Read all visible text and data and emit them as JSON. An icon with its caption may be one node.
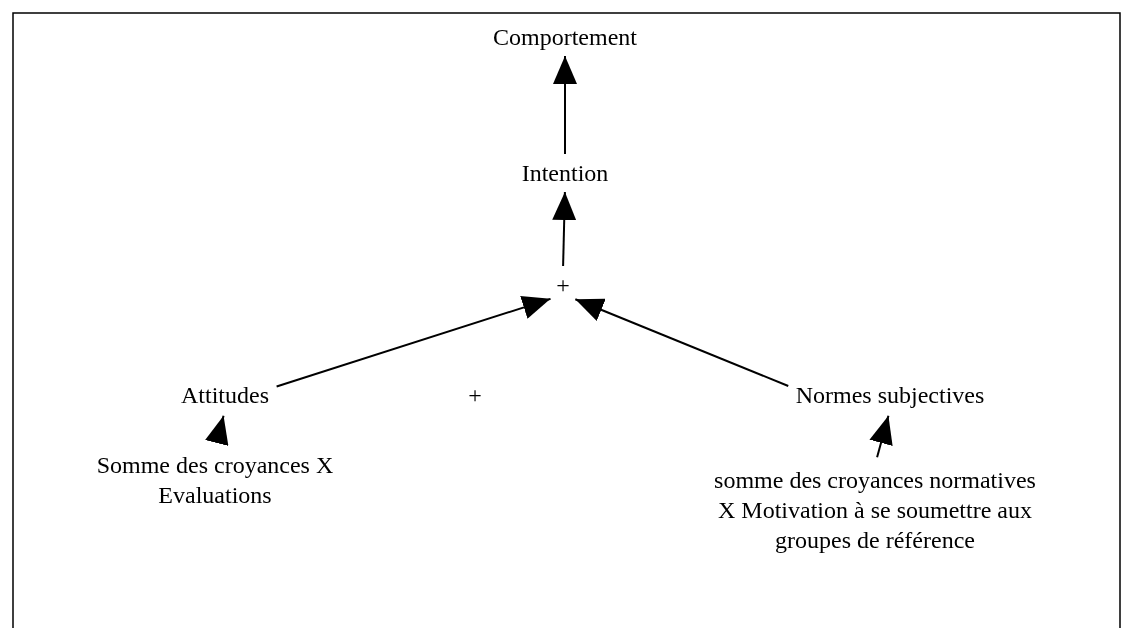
{
  "diagram": {
    "nodes": [
      {
        "text": [
          "Comportement"
        ]
      },
      {
        "text": [
          "Intention"
        ]
      },
      {
        "text": [
          "+"
        ]
      },
      {
        "text": [
          "Attitudes"
        ]
      },
      {
        "text": [
          "Normes subjectives"
        ]
      },
      {
        "text": [
          "Somme des croyances X Evaluations"
        ]
      },
      {
        "text": [
          "somme des croyances normatives X Motivation à se soumettre aux groupes de référence"
        ]
      }
    ],
    "edges": [
      {
        "from": 1,
        "to": 0,
        "arrow": "to"
      },
      {
        "from": 2,
        "to": 1,
        "arrow": "to"
      },
      {
        "from": 3,
        "to": 2,
        "arrow": "to"
      },
      {
        "from": 4,
        "to": 2,
        "arrow": "to"
      },
      {
        "from": 5,
        "to": 3,
        "arrow": "to"
      },
      {
        "from": 6,
        "to": 4,
        "arrow": "to"
      }
    ],
    "labels": [
      "+"
    ]
  }
}
